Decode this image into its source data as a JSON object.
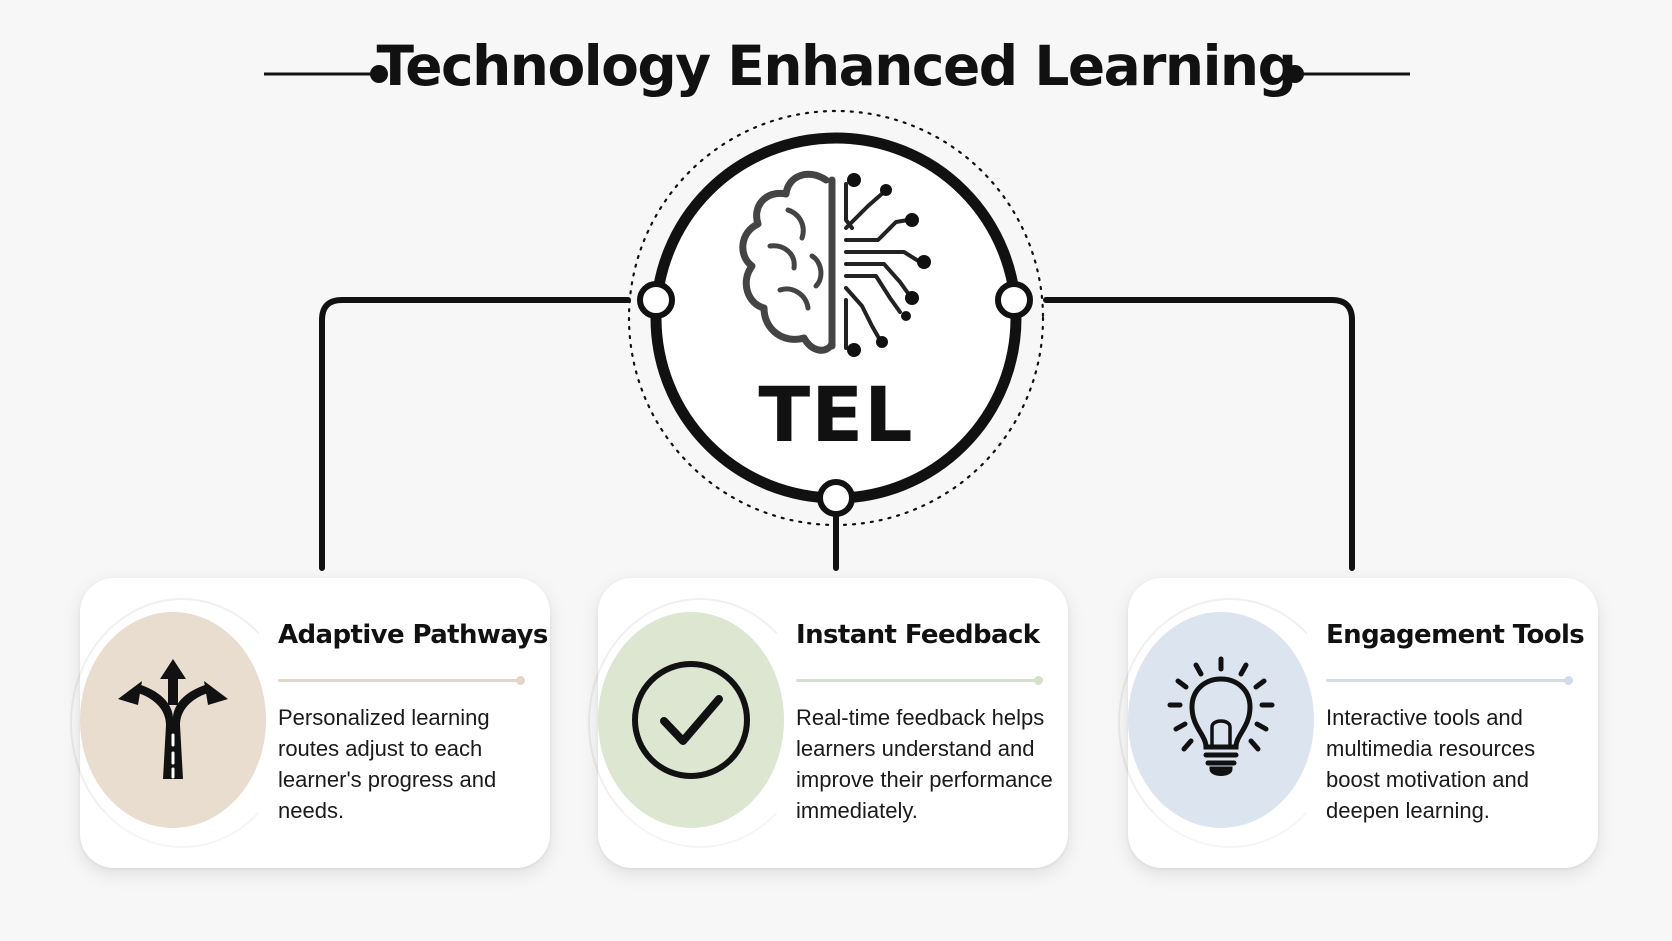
{
  "title": "Technology Enhanced Learning",
  "center": {
    "label": "TEL",
    "icon": "brain-circuit-icon"
  },
  "cards": [
    {
      "title": "Adaptive Pathways",
      "description": "Personalized learning routes adjust to each learner's progress and needs.",
      "icon": "branching-arrows-road-icon",
      "color": "#e9ddd0",
      "accent": "#e4d6c6"
    },
    {
      "title": "Instant Feedback",
      "description": "Real-time feedback helps learners understand and improve their performance immediately.",
      "icon": "checkmark-circle-icon",
      "color": "#dce6d0",
      "accent": "#d5e0c8"
    },
    {
      "title": "Engagement Tools",
      "description": "Interactive tools and multimedia resources boost motivation and deepen learning.",
      "icon": "lightbulb-icon",
      "color": "#dce4f0",
      "accent": "#d3dcea"
    }
  ],
  "colors": {
    "ink": "#111111",
    "background": "#f7f7f7"
  }
}
